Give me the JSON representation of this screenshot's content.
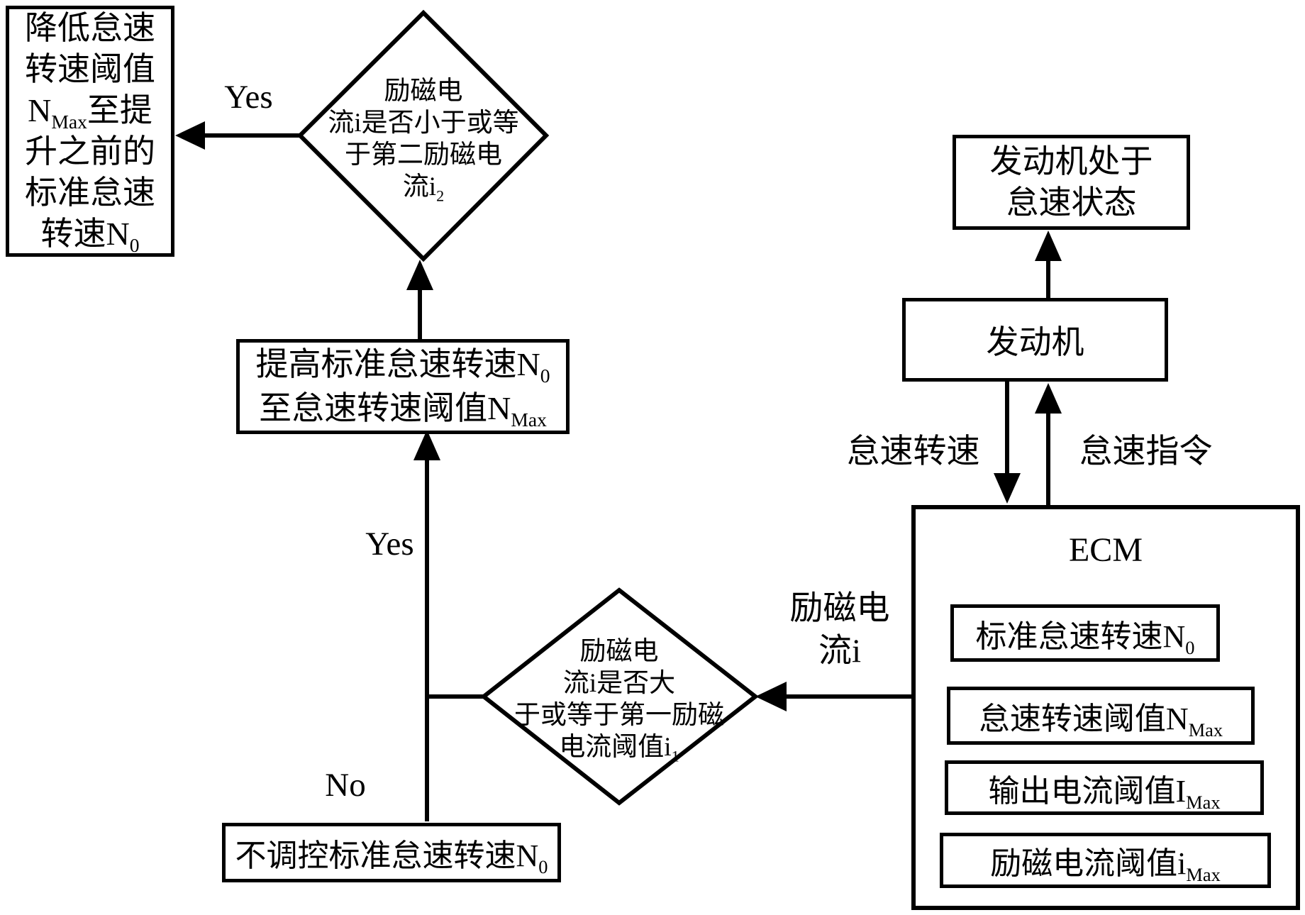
{
  "boxes": {
    "lower_threshold": {
      "text": "降低怠速\n转速阈值\nN_{Max}至提\n升之前的\n标准怠速\n转速N_{0}"
    },
    "raise_idle": {
      "text": "提高标准怠速转速N_{0}\n至怠速转速阈值N_{Max}"
    },
    "no_adjust": {
      "text": "不调控标准怠速转速N_{0}"
    },
    "engine_idle_state": {
      "text": "发动机处于\n怠速状态"
    },
    "engine": {
      "text": "发动机"
    },
    "ecm": {
      "title": "ECM",
      "items": [
        {
          "text": "标准怠速转速N_{0}"
        },
        {
          "text": "怠速转速阈值N_{Max}"
        },
        {
          "text": "输出电流阈值I_{Max}"
        },
        {
          "text": "励磁电流阈值i_{Max}"
        }
      ]
    }
  },
  "decisions": {
    "second_current": {
      "text": "励磁电\n流i是否小于或等\n于第二励磁电\n流i_{2}"
    },
    "first_current": {
      "text": "励磁电\n流i是否大\n于或等于第一励磁\n电流阈值i_{1}"
    }
  },
  "labels": {
    "yes_top": "Yes",
    "yes_mid": "Yes",
    "no": "No",
    "idle_speed": "怠速转速",
    "idle_command": "怠速指令",
    "excitation_current": "励磁电流i"
  },
  "colors": {
    "line": "#000000",
    "background": "#ffffff"
  }
}
